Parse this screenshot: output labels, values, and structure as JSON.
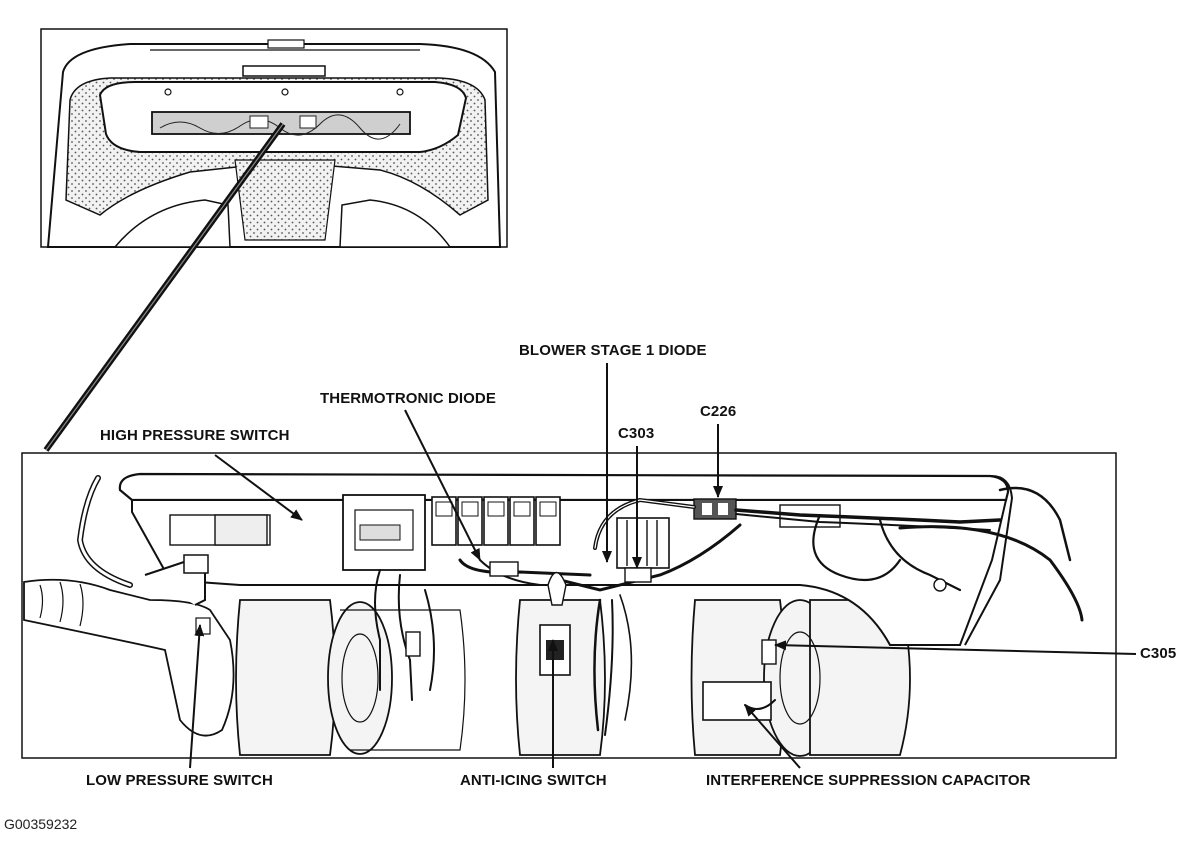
{
  "labels": {
    "high_pressure_switch": "HIGH PRESSURE SWITCH",
    "thermotronic_diode": "THERMOTRONIC DIODE",
    "blower_stage_1_diode": "BLOWER STAGE 1 DIODE",
    "c226": "C226",
    "c303": "C303",
    "c305": "C305",
    "low_pressure_switch": "LOW PRESSURE SWITCH",
    "anti_icing_switch": "ANTI-ICING SWITCH",
    "interference_suppression_capacitor": "INTERFERENCE SUPPRESSION CAPACITOR"
  },
  "figure_id": "G00359232",
  "colors": {
    "line": "#1a1a1a",
    "shade": "#d9d9d9",
    "background": "#ffffff"
  }
}
